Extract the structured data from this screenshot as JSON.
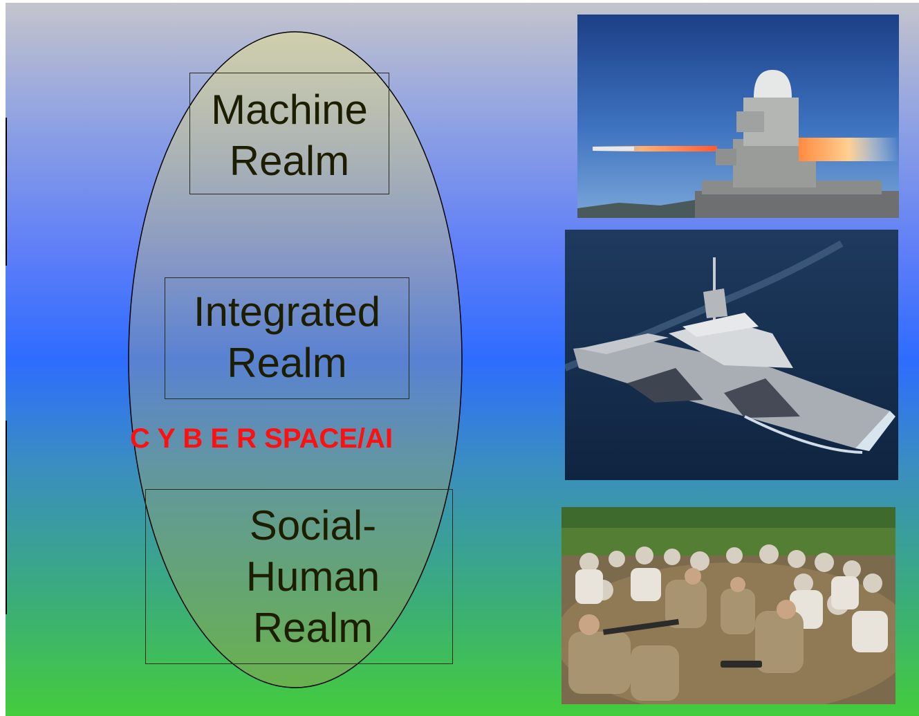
{
  "diagram": {
    "realms": {
      "machine": [
        "Machine",
        "Realm"
      ],
      "integrated": [
        "Integrated",
        "Realm"
      ],
      "social": [
        "Social-",
        "Human",
        "Realm"
      ]
    },
    "cyber_label": "C Y B E R SPACE/AI",
    "colors": {
      "gradient_top": "#c4c4cc",
      "gradient_mid": "#2e6cff",
      "gradient_bottom": "#44cc3c",
      "cyber_text": "#ff1010",
      "realm_text": "#1d1d00"
    }
  },
  "photos": [
    {
      "name": "ciws-weapon-firing-photo"
    },
    {
      "name": "littoral-combat-ship-photo"
    },
    {
      "name": "soldiers-villagers-meeting-photo"
    }
  ]
}
